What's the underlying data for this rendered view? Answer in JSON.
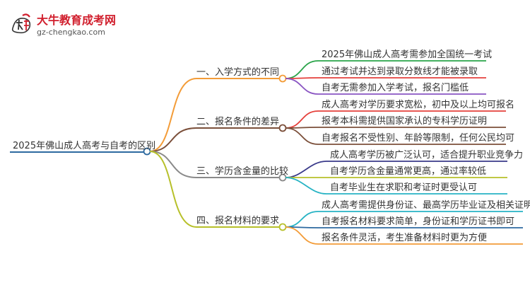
{
  "logo": {
    "name": "大牛教育成考网",
    "url": "gz-chengkao.com",
    "mark_text": "大牛"
  },
  "root": {
    "label": "2025年佛山成人高考与自考的区别",
    "color": "#2e6aa0"
  },
  "branches": [
    {
      "label": "一、入学方式的不同",
      "color": "#f39c38",
      "leaves": [
        {
          "label": "2025年佛山成人高考需参加全国统一考试",
          "color": "#2aa44a"
        },
        {
          "label": "通过考试并达到录取分数线才能被录取",
          "color": "#e5403b"
        },
        {
          "label": "自考无需参加入学考试，报名门槛低",
          "color": "#8a55c2"
        }
      ]
    },
    {
      "label": "二、报名条件的差异",
      "color": "#7b4f3a",
      "leaves": [
        {
          "label": "成人高考对学历要求宽松，初中及以上均可报名",
          "color": "#e5403b"
        },
        {
          "label": "报考本科需提供国家承认的专科学历证明",
          "color": "#7b4f3a"
        },
        {
          "label": "自考报名不受性别、年龄等限制，任何公民均可",
          "color": "#7b4f3a"
        }
      ]
    },
    {
      "label": "三、学历含金量的比较",
      "color": "#8a8a8a",
      "leaves": [
        {
          "label": "成人高考学历被广泛认可，适合提升职业竞争力",
          "color": "#3a3a8a"
        },
        {
          "label": "自考学历含金量通常更高，通过率较低",
          "color": "#b7c02a"
        },
        {
          "label": "自考毕业生在求职和考证时更受认可",
          "color": "#27b3c4"
        }
      ]
    },
    {
      "label": "四、报名材料的要求",
      "color": "#b7c02a",
      "leaves": [
        {
          "label": "成人高考需提供身份证、最高学历毕业证及相关证明",
          "color": "#27b3c4"
        },
        {
          "label": "自考报名材料要求简单，身份证和学历证书即可",
          "color": "#2e6aa0"
        },
        {
          "label": "报名条件灵活，考生准备材料时更为方便",
          "color": "#f39c38"
        }
      ]
    }
  ]
}
